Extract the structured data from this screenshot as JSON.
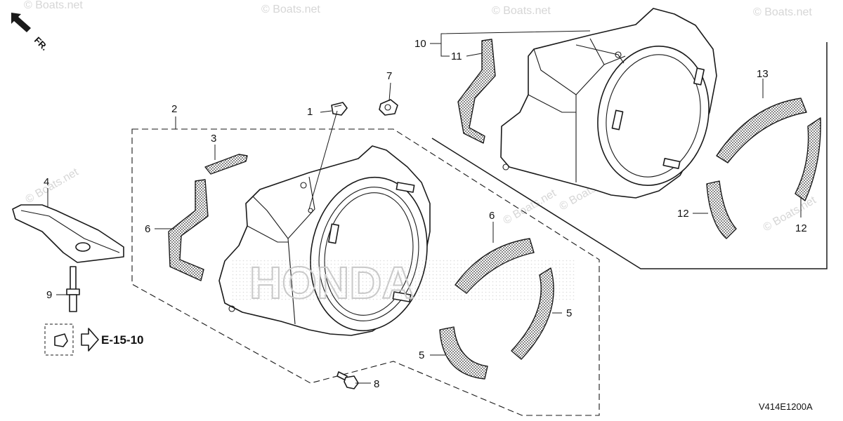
{
  "watermark_text": "© Boats.net",
  "brand_text": "HONDA",
  "orientation": {
    "label": "FR."
  },
  "reference": {
    "label": "E-15-10"
  },
  "diagram_code": "V414E1200A",
  "callouts": {
    "c1": "1",
    "c2": "2",
    "c3": "3",
    "c4": "4",
    "c5a": "5",
    "c5b": "5",
    "c6a": "6",
    "c6b": "6",
    "c7": "7",
    "c8": "8",
    "c9": "9",
    "c10": "10",
    "c11": "11",
    "c12a": "12",
    "c12b": "12",
    "c13": "13"
  },
  "colors": {
    "line": "#1a1a1a",
    "watermark": "#d6d6d6",
    "background": "#ffffff"
  }
}
